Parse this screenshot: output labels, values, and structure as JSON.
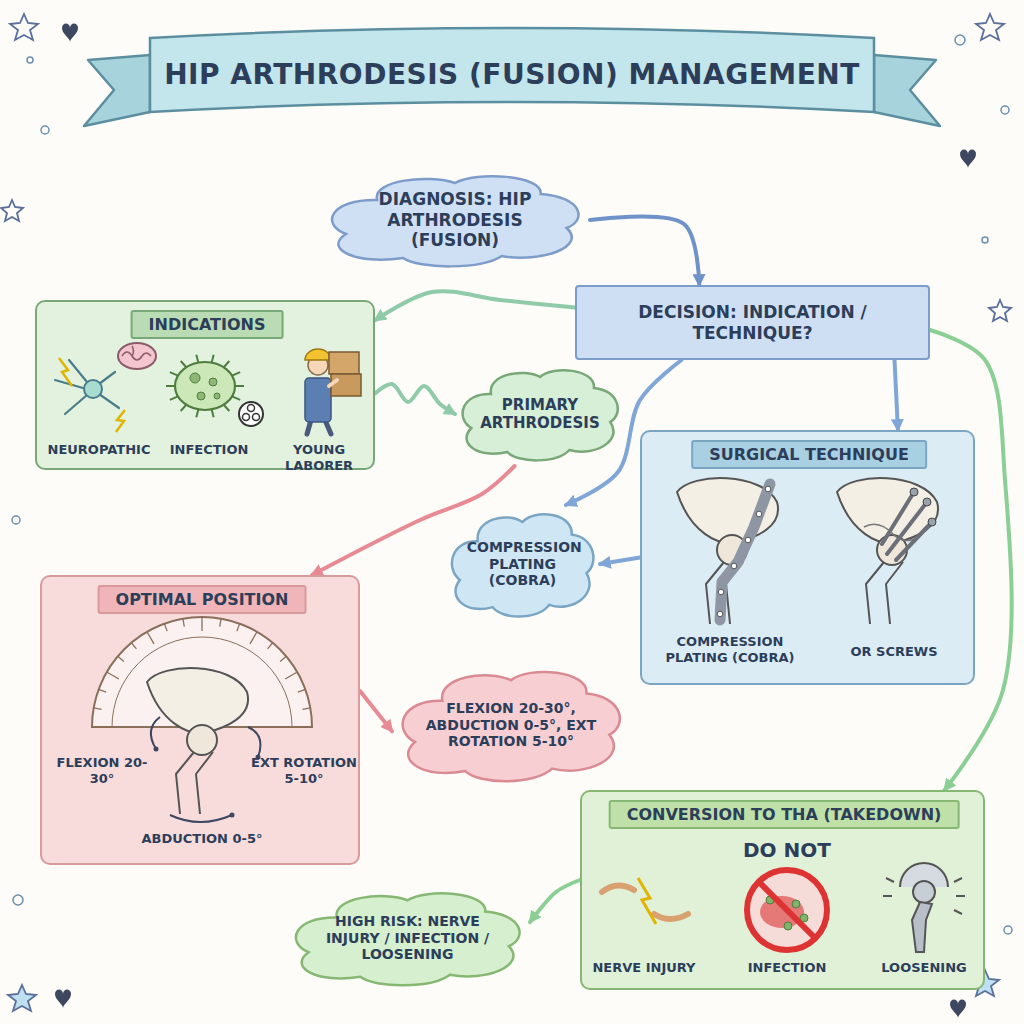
{
  "diagram": {
    "title": "HIP ARTHRODESIS (FUSION) MANAGEMENT",
    "nodes": [
      {
        "text": [
          "DIAGNOSIS: HIP ARTHRODESIS (FUSION)"
        ]
      },
      {
        "text": [
          "DECISION: INDICATION / TECHNIQUE?"
        ]
      },
      {
        "text": [
          "INDICATIONS",
          "NEUROPATHIC",
          "INFECTION",
          "YOUNG LABORER"
        ]
      },
      {
        "text": [
          "PRIMARY ARTHRODESIS"
        ]
      },
      {
        "text": [
          "SURGICAL TECHNIQUE",
          "COMPRESSION PLATING (COBRA)",
          "OR SCREWS"
        ]
      },
      {
        "text": [
          "COMPRESSION PLATING (COBRA)"
        ]
      },
      {
        "text": [
          "OPTIMAL POSITION",
          "FLEXION 20-30°",
          "EXT ROTATION 5-10°",
          "ABDUCTION 0-5°"
        ]
      },
      {
        "text": [
          "FLEXION 20-30°, ABDUCTION 0-5°, EXT ROTATION 5-10°"
        ]
      },
      {
        "text": [
          "CONVERSION TO THA (TAKEDOWN)",
          "DO NOT",
          "NERVE INJURY",
          "INFECTION",
          "LOOSENING"
        ]
      },
      {
        "text": [
          "HIGH RISK: NERVE INJURY / INFECTION / LOOSENING"
        ]
      }
    ],
    "edges": [
      {
        "from": 0,
        "to": 1,
        "arrow": "to"
      },
      {
        "from": 1,
        "to": 2,
        "arrow": "to"
      },
      {
        "from": 2,
        "to": 3,
        "arrow": "to"
      },
      {
        "from": 3,
        "to": 6,
        "arrow": "to"
      },
      {
        "from": 1,
        "to": 5,
        "arrow": "to"
      },
      {
        "from": 1,
        "to": 4,
        "arrow": "to"
      },
      {
        "from": 4,
        "to": 5,
        "arrow": "to"
      },
      {
        "from": 1,
        "to": 8,
        "arrow": "to"
      },
      {
        "from": 6,
        "to": 7,
        "arrow": "to"
      },
      {
        "from": 8,
        "to": 9,
        "arrow": "to"
      }
    ]
  }
}
